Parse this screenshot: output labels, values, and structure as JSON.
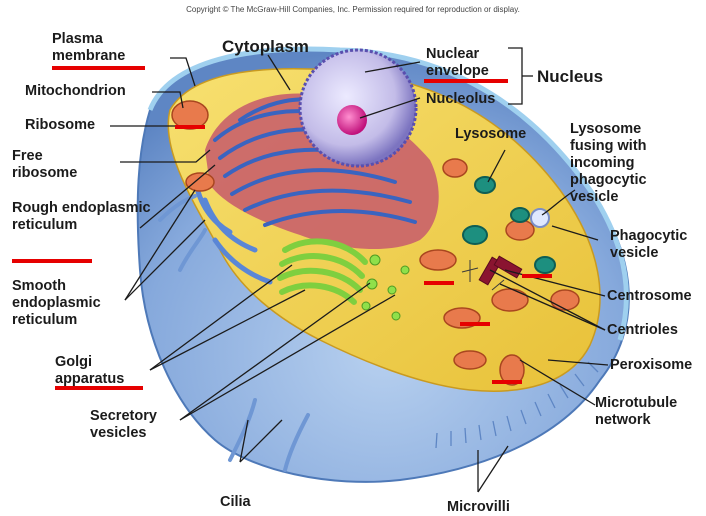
{
  "copyright": "Copyright © The McGraw-Hill Companies, Inc. Permission required for reproduction or display.",
  "labels": {
    "plasma_membrane": "Plasma membrane",
    "mitochondrion": "Mitochondrion",
    "ribosome": "Ribosome",
    "free_ribosome": "Free ribosome",
    "rough_er": "Rough endoplasmic reticulum",
    "smooth_er": "Smooth endoplasmic reticulum",
    "golgi": "Golgi apparatus",
    "secretory": "Secretory vesicles",
    "cilia": "Cilia",
    "cytoplasm": "Cytoplasm",
    "nuclear_envelope": "Nuclear envelope",
    "nucleolus": "Nucleolus",
    "nucleus": "Nucleus",
    "lysosome": "Lysosome",
    "lysosome_fusing": "Lysosome fusing with incoming phagocytic vesicle",
    "phagocytic_vesicle": "Phagocytic vesicle",
    "centrosome": "Centrosome",
    "centrioles": "Centrioles",
    "peroxisome": "Peroxisome",
    "microtubule": "Microtubule network",
    "microvilli": "Microvilli"
  },
  "colors": {
    "cell_blue": "#8fb3e0",
    "cytoplasm_yellow": "#f2d24a",
    "rough_er": "#c9606a",
    "er_blue": "#3a64c0",
    "golgi_green": "#7fcf3f",
    "nucleus": "#c8c2ea",
    "nucleolus": "#e0208c",
    "mitochondria": "#e87a4c",
    "highlight_red": "#e60000"
  }
}
